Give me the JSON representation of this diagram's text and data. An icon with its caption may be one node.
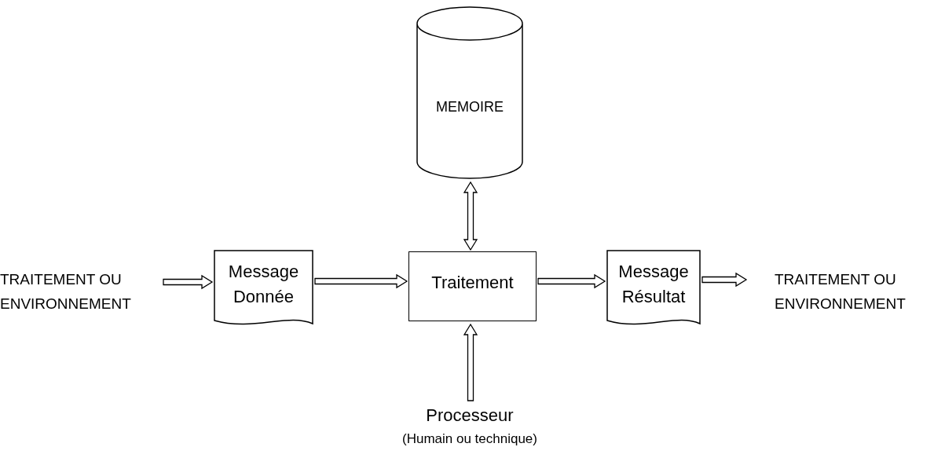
{
  "diagram": {
    "nodes": [
      {
        "text": [
          "MEMOIRE"
        ]
      },
      {
        "text": [
          "TRAITEMENT OU ENVIRONNEMENT"
        ]
      },
      {
        "text": [
          "Message Donnée"
        ]
      },
      {
        "text": [
          "Traitement"
        ]
      },
      {
        "text": [
          "Message Résultat"
        ]
      },
      {
        "text": [
          "TRAITEMENT OU ENVIRONNEMENT"
        ]
      },
      {
        "text": [
          "Processeur",
          "(Humain ou technique)"
        ]
      }
    ],
    "edges": [
      {
        "from": 1,
        "to": 2,
        "arrow": "to"
      },
      {
        "from": 2,
        "to": 3,
        "arrow": "to"
      },
      {
        "from": 3,
        "to": 4,
        "arrow": "to"
      },
      {
        "from": 4,
        "to": 5,
        "arrow": "to"
      },
      {
        "from": 3,
        "to": 0,
        "arrow": "both"
      },
      {
        "from": 6,
        "to": 3,
        "arrow": "to"
      }
    ]
  }
}
